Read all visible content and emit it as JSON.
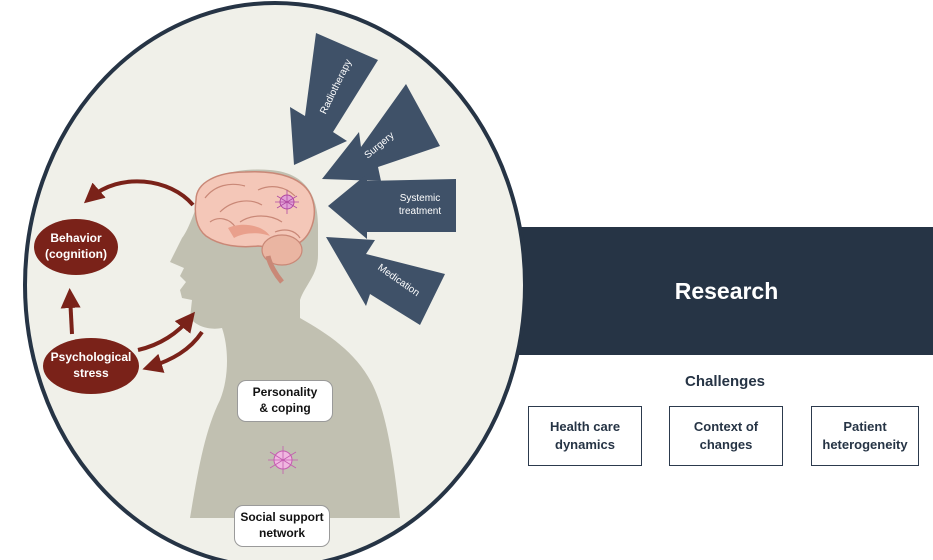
{
  "research": {
    "title": "Research"
  },
  "challenges": {
    "title": "Challenges",
    "items": [
      "Health care\ndynamics",
      "Context of\nchanges",
      "Patient\nheterogeneity"
    ]
  },
  "factors": {
    "behavior": "Behavior\n(cognition)",
    "stress": "Psychological\nstress",
    "personality": "Personality\n& coping",
    "social": "Social support\nnetwork"
  },
  "treatments": [
    "Radiotherapy",
    "Surgery",
    "Systemic\ntreatment",
    "Medication"
  ],
  "colors": {
    "navy": "#3f5168",
    "dark_navy": "#263445",
    "maroon": "#7a2219",
    "circle_bg": "#f0f0e9",
    "silhouette": "#c1c0b1"
  }
}
